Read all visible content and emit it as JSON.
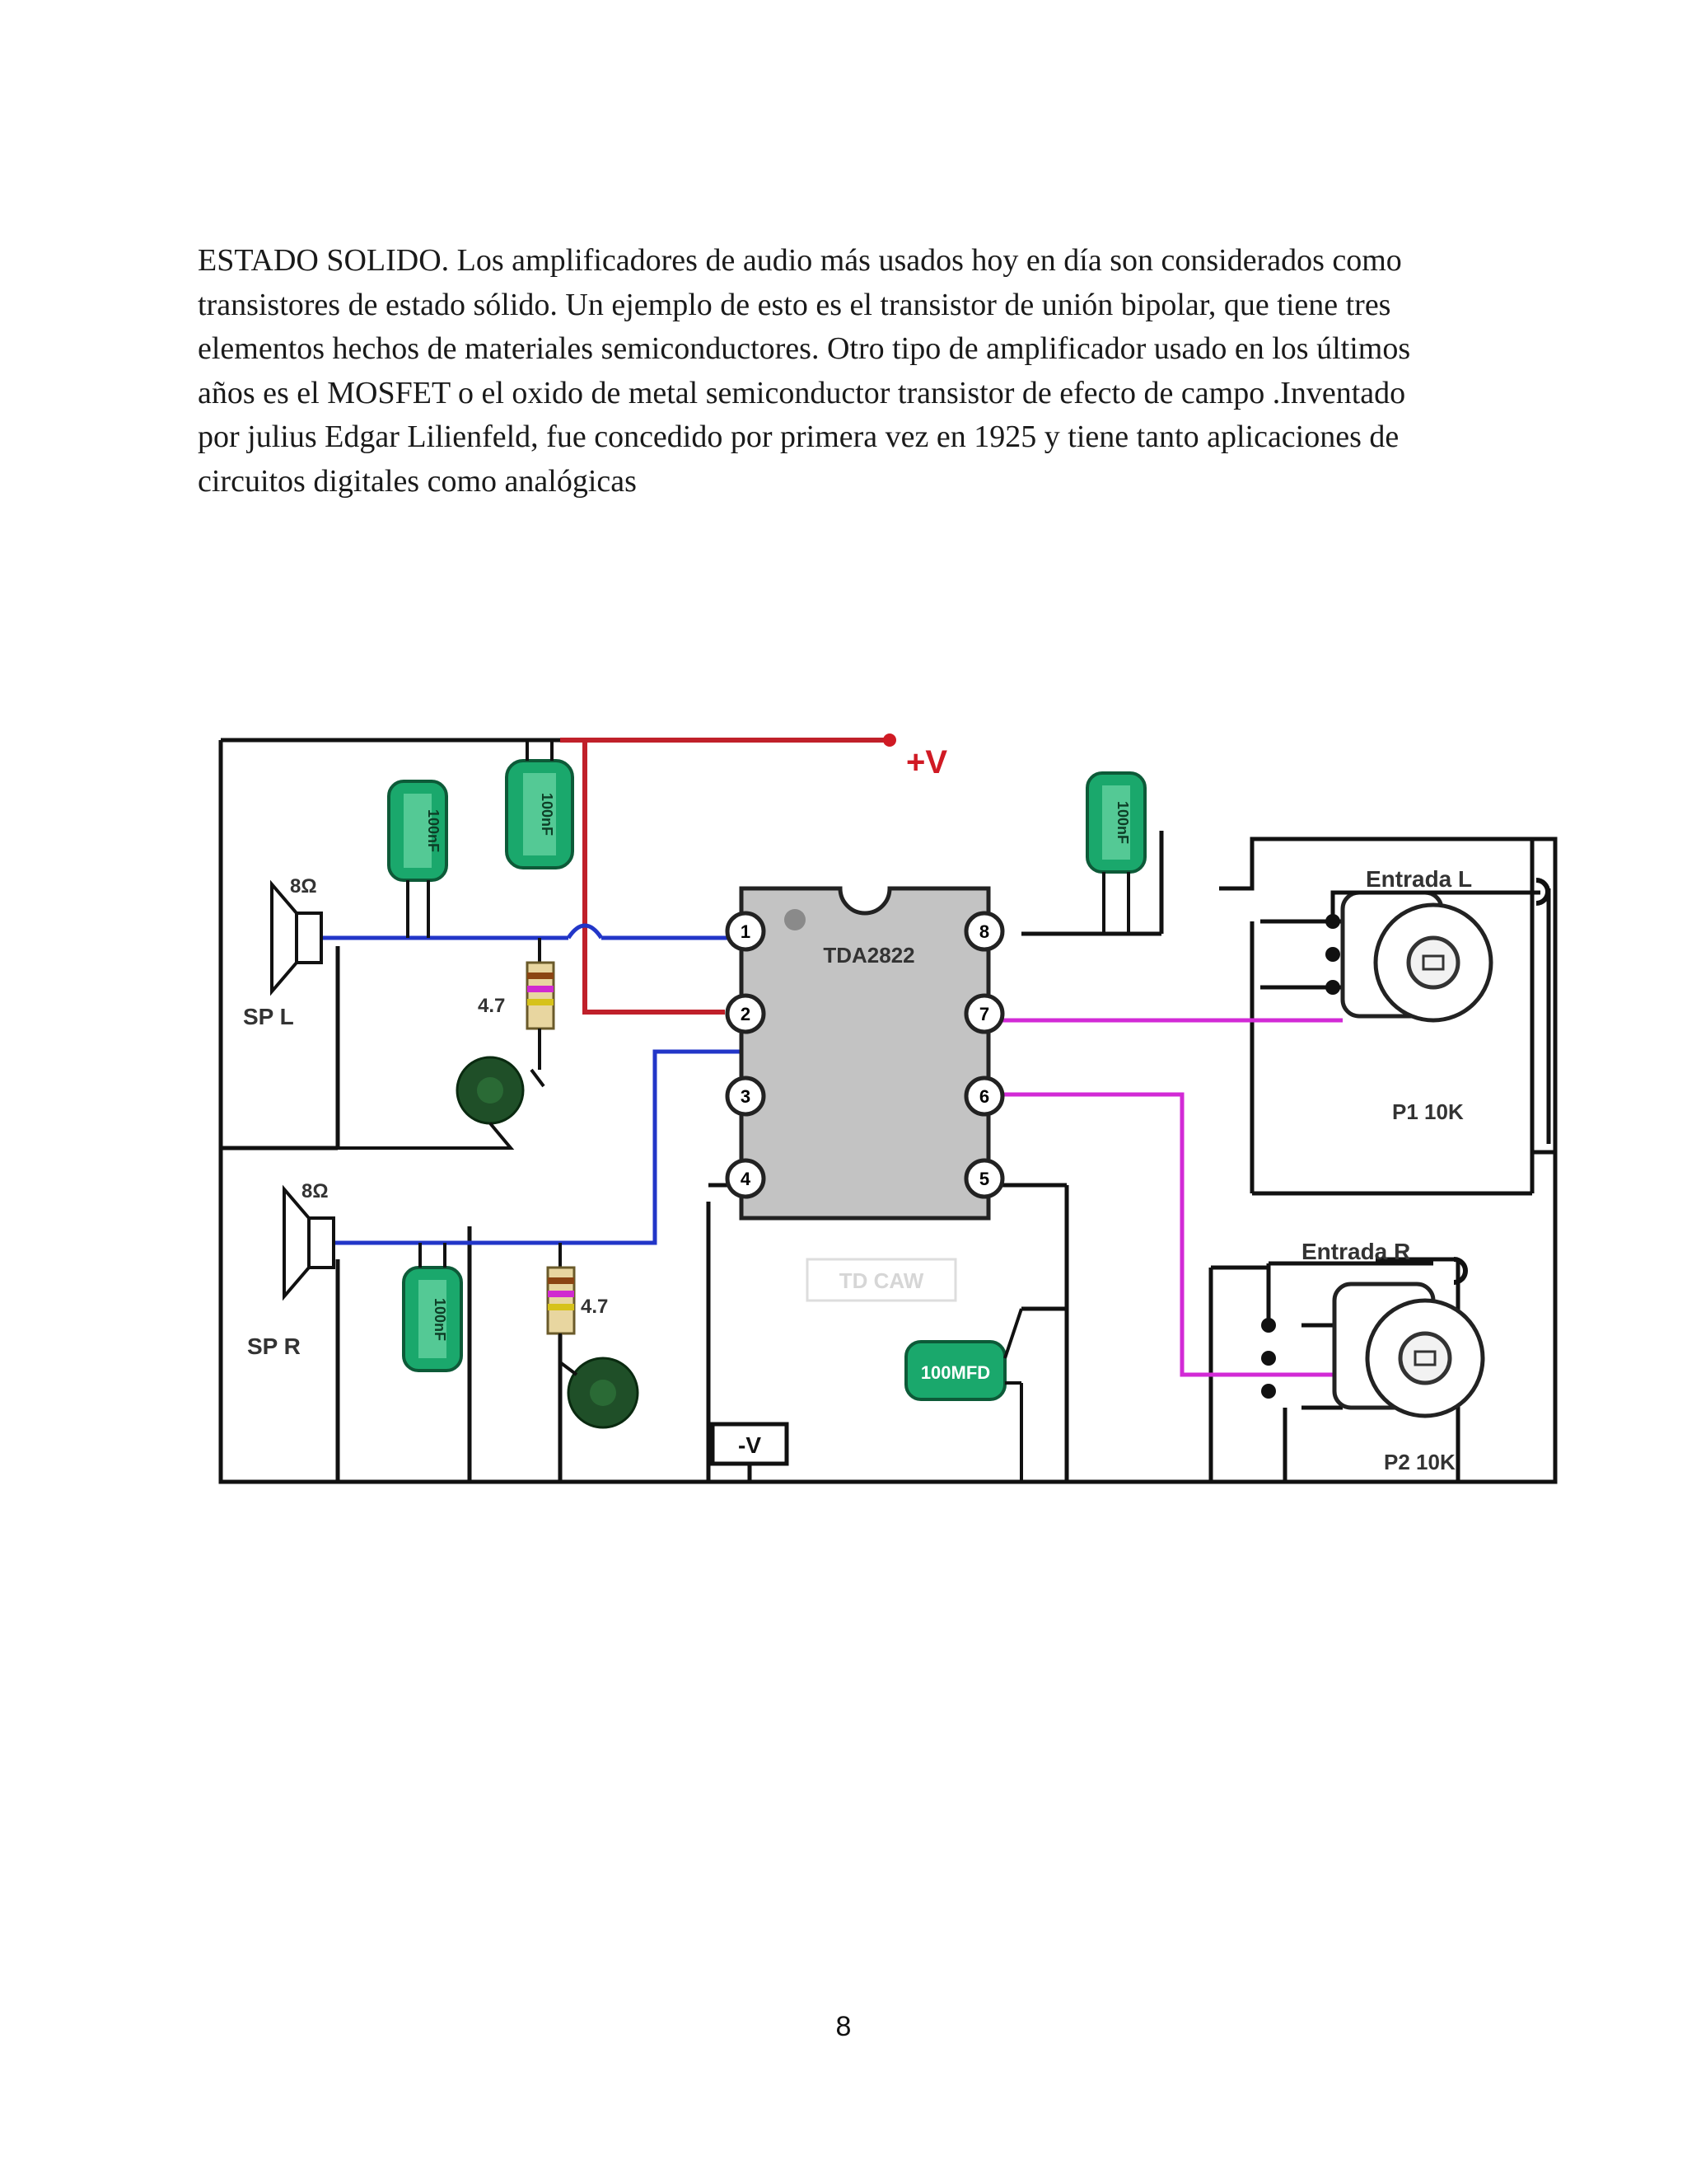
{
  "paragraph": {
    "lines": [
      " ESTADO SOLIDO. Los amplificadores de audio más usados hoy en día son considerados como",
      "transistores de estado sólido. Un ejemplo de esto es el transistor de unión bipolar, que tiene tres",
      "elementos hechos de materiales semiconductores. Otro tipo de amplificador usado en los últimos",
      "años es el MOSFET o el oxido de metal semiconductor transistor de efecto de campo .Inventado",
      "por julius Edgar Lilienfeld, fue concedido por primera vez en 1925 y tiene tanto aplicaciones de",
      "circuitos digitales como analógicas"
    ]
  },
  "figure": {
    "supply_positive": "+V",
    "supply_negative": "-V",
    "chip_label": "TDA2822",
    "chip_sublabel": "TD CAW",
    "pins": [
      "1",
      "2",
      "3",
      "4",
      "8",
      "7",
      "6",
      "5"
    ],
    "speaker_impedance": "8Ω",
    "speaker_left": "SP L",
    "speaker_right": "SP R",
    "resistor_value": "4.7",
    "cap_small_value": "100nF",
    "cap_large_value": "100MFD",
    "input_left": "Entrada L",
    "input_right": "Entrada R",
    "pot_left": "P1  10K",
    "pot_right": "P2  10K"
  },
  "page_number": "8"
}
